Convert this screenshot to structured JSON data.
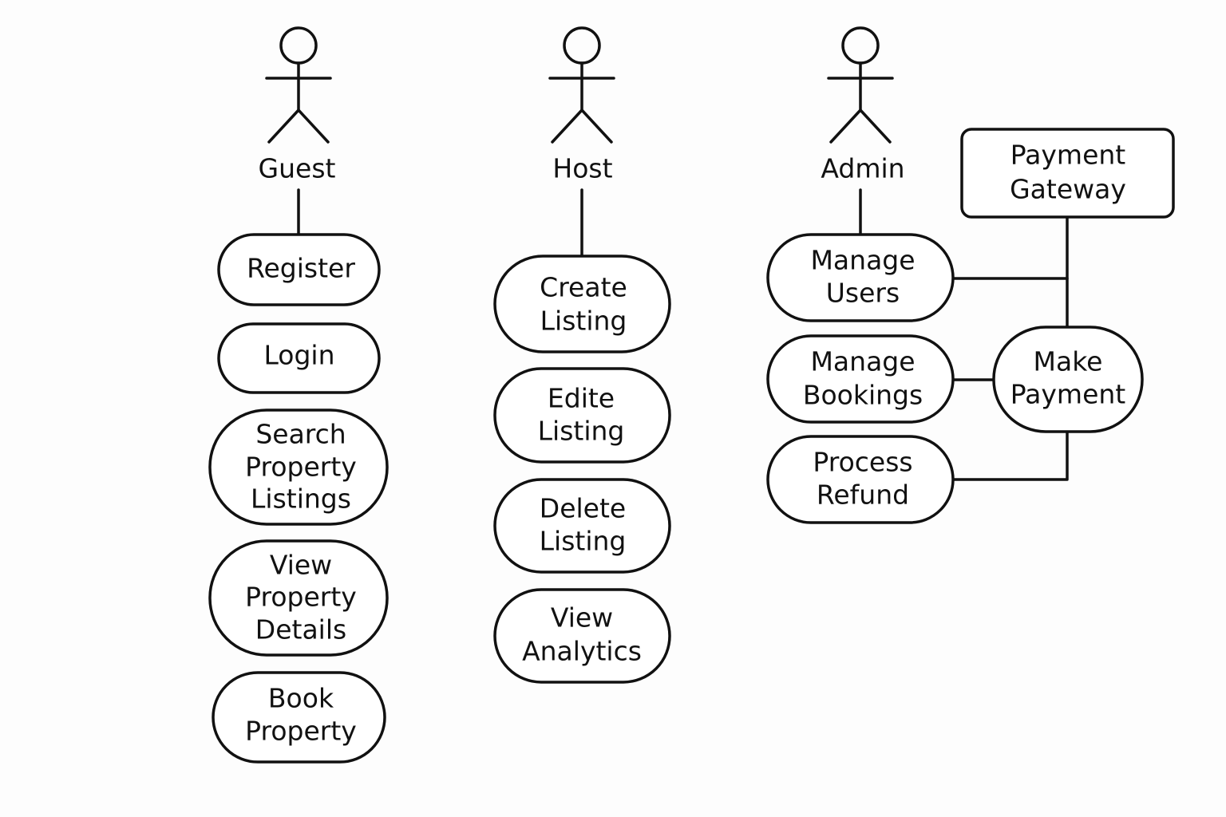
{
  "colors": {
    "line": "#111111",
    "background": "#fdfdfd",
    "node_fill": "#ffffff"
  },
  "actors": {
    "guest": {
      "label": "Guest",
      "icon": "stick-figure-icon"
    },
    "host": {
      "label": "Host",
      "icon": "stick-figure-icon"
    },
    "admin": {
      "label": "Admin",
      "icon": "stick-figure-icon"
    }
  },
  "systems": {
    "payment_gateway": {
      "lines": [
        "Payment",
        "Gateway"
      ]
    }
  },
  "use_cases": {
    "register": {
      "lines": [
        "Register"
      ]
    },
    "login": {
      "lines": [
        "Login"
      ]
    },
    "search_property_listings": {
      "lines": [
        "Search",
        "Property",
        "Listings"
      ]
    },
    "view_property_details": {
      "lines": [
        "View",
        "Property",
        "Details"
      ]
    },
    "book_property": {
      "lines": [
        "Book",
        "Property"
      ]
    },
    "create_listing": {
      "lines": [
        "Create",
        "Listing"
      ]
    },
    "edite_listing": {
      "lines": [
        "Edite",
        "Listing"
      ]
    },
    "delete_listing": {
      "lines": [
        "Delete",
        "Listing"
      ]
    },
    "view_analytics": {
      "lines": [
        "View",
        "Analytics"
      ]
    },
    "manage_users": {
      "lines": [
        "Manage",
        "Users"
      ]
    },
    "manage_bookings": {
      "lines": [
        "Manage",
        "Bookings"
      ]
    },
    "process_refund": {
      "lines": [
        "Process",
        "Refund"
      ]
    },
    "make_payment": {
      "lines": [
        "Make",
        "Payment"
      ]
    }
  },
  "connections": [
    {
      "from": "guest",
      "to": "register"
    },
    {
      "from": "host",
      "to": "create_listing"
    },
    {
      "from": "admin",
      "to": "manage_users"
    },
    {
      "from": "manage_users",
      "to": "payment_gateway"
    },
    {
      "from": "payment_gateway",
      "to": "make_payment"
    },
    {
      "from": "manage_bookings",
      "to": "make_payment"
    },
    {
      "from": "process_refund",
      "to": "make_payment"
    }
  ]
}
